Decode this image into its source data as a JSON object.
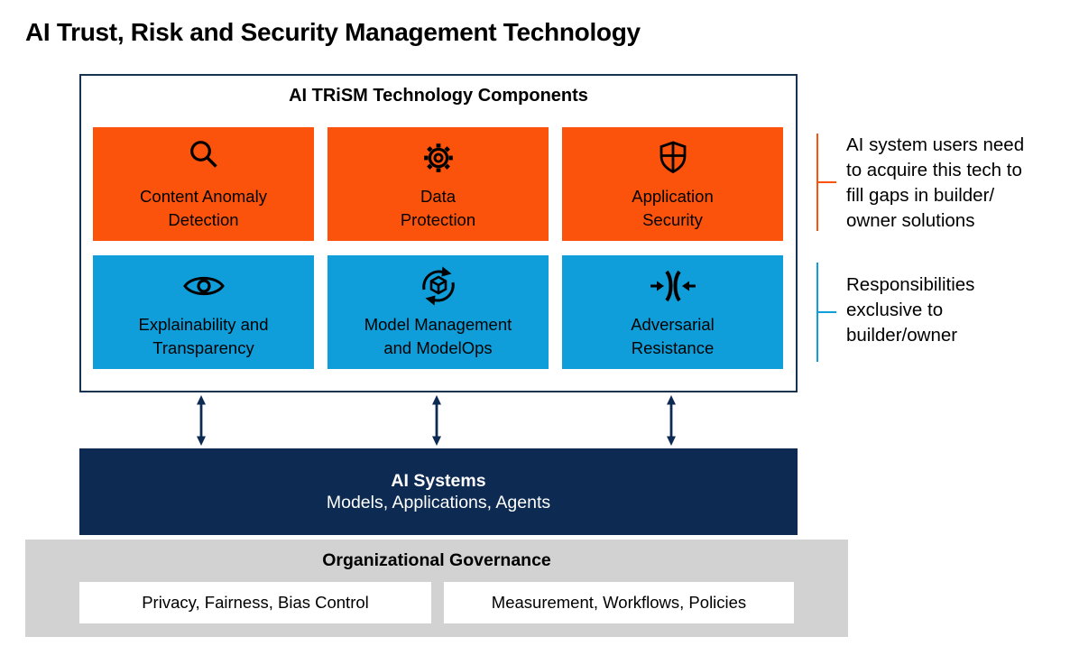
{
  "page_title": "AI Trust, Risk and Security Management Technology",
  "colors": {
    "orange": "#FB530B",
    "blue": "#0F9ED9",
    "navy": "#0D2A52",
    "gray": "#D2D2D2",
    "line": "#16334F"
  },
  "trism_box": {
    "title": "AI TRiSM Technology Components",
    "user_row": [
      {
        "label": "Content Anomaly\nDetection",
        "icon": "magnifier-icon"
      },
      {
        "label": "Data\nProtection",
        "icon": "gear-icon"
      },
      {
        "label": "Application\nSecurity",
        "icon": "shield-icon"
      }
    ],
    "builder_row": [
      {
        "label": "Explainability and\nTransparency",
        "icon": "eye-icon"
      },
      {
        "label": "Model Management\nand ModelOps",
        "icon": "model-cycle-icon"
      },
      {
        "label": "Adversarial\nResistance",
        "icon": "compression-arrows-icon"
      }
    ]
  },
  "annotations": {
    "user_note": "AI system users need\nto acquire this tech to\nfill gaps in builder/\nowner solutions",
    "builder_note": "Responsibilities\nexclusive to\nbuilder/owner"
  },
  "ai_systems_box": {
    "title": "AI Systems",
    "subtitle": "Models, Applications, Agents"
  },
  "governance_box": {
    "title": "Organizational Governance",
    "items": [
      "Privacy, Fairness, Bias Control",
      "Measurement, Workflows, Policies"
    ]
  }
}
